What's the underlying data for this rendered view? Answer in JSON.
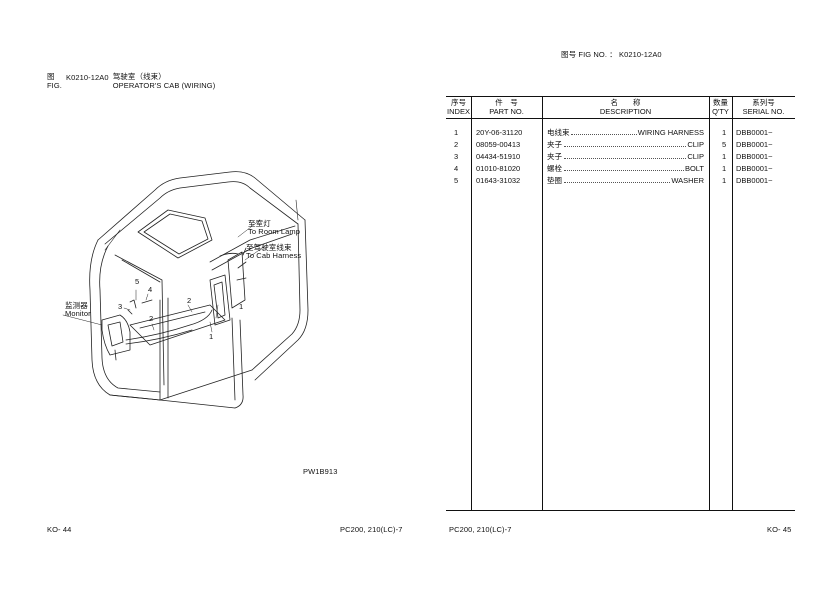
{
  "right_header": {
    "label_cn": "图号",
    "label_en": "FIG NO.",
    "sep": "：",
    "number": "K0210-12A0"
  },
  "left_header": {
    "fig_cn": "图",
    "fig_en": "FIG.",
    "number": "K0210-12A0",
    "title_cn": "驾驶室（线束）",
    "title_en": "OPERATOR'S CAB (WIRING)"
  },
  "diagram": {
    "callouts": [
      {
        "cn": "至室灯",
        "en": "To Room Lamp"
      },
      {
        "cn": "至驾驶室线束",
        "en": "To Cab Harness"
      },
      {
        "cn": "监测器",
        "en": "Monitor"
      }
    ],
    "numbers": [
      "5",
      "4",
      "3",
      "2",
      "2",
      "1",
      "1"
    ],
    "code": "PW1B913"
  },
  "table": {
    "headers": {
      "index_cn": "序号",
      "index_en": "INDEX",
      "part_cn": "件　号",
      "part_en": "PART NO.",
      "desc_cn": "名　　称",
      "desc_en": "DESCRIPTION",
      "qty_cn": "数量",
      "qty_en": "Q'TY",
      "serial_cn": "系列号",
      "serial_en": "SERIAL NO."
    },
    "rows": [
      {
        "index": "1",
        "part": "20Y-06-31120",
        "desc_cn": "电线束",
        "desc_en": "WIRING HARNESS",
        "qty": "1",
        "serial": "DBB0001~"
      },
      {
        "index": "2",
        "part": "08059-00413",
        "desc_cn": "夹子",
        "desc_en": "CLIP",
        "qty": "5",
        "serial": "DBB0001~"
      },
      {
        "index": "3",
        "part": "04434-51910",
        "desc_cn": "夹子",
        "desc_en": "CLIP",
        "qty": "1",
        "serial": "DBB0001~"
      },
      {
        "index": "4",
        "part": "01010-81020",
        "desc_cn": "螺栓",
        "desc_en": "BOLT",
        "qty": "1",
        "serial": "DBB0001~"
      },
      {
        "index": "5",
        "part": "01643-31032",
        "desc_cn": "垫圈",
        "desc_en": "WASHER",
        "qty": "1",
        "serial": "DBB0001~"
      }
    ]
  },
  "footer": {
    "left_page": "KO- 44",
    "left_model": "PC200, 210(LC)-7",
    "right_model": "PC200, 210(LC)-7",
    "right_page": "KO- 45"
  }
}
